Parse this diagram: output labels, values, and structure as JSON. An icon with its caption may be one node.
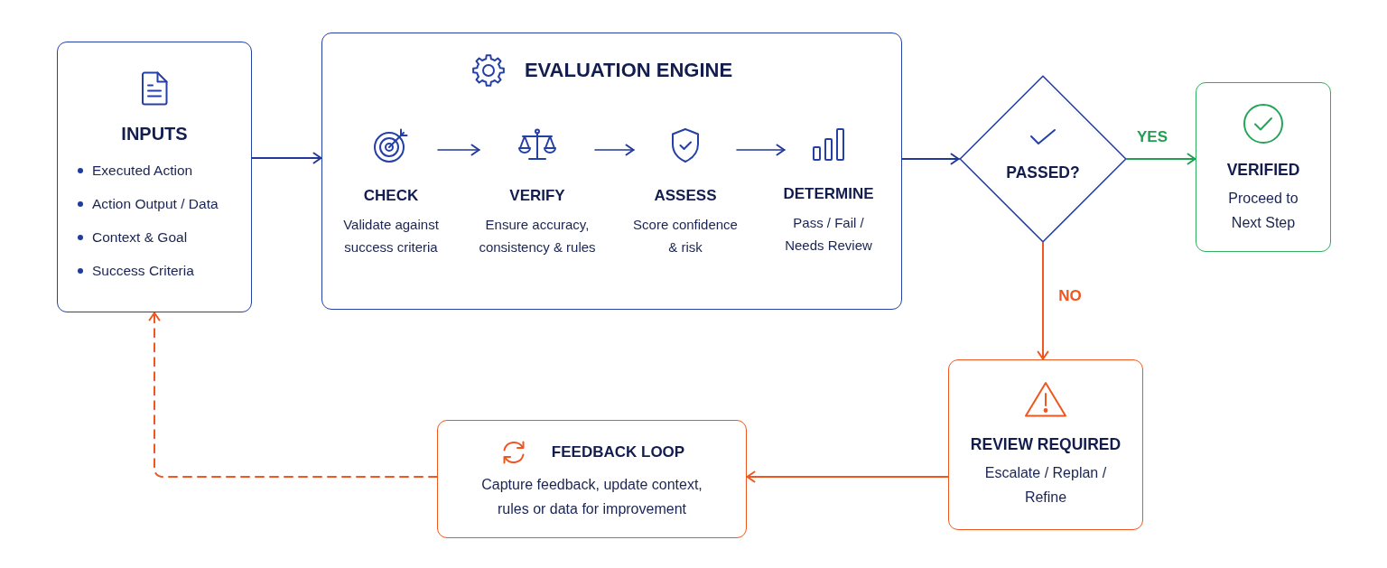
{
  "diagram": {
    "nodes": [
      {
        "text": [
          "INPUTS",
          "Executed Action",
          "Action Output / Data",
          "Context & Goal",
          "Success Criteria"
        ]
      },
      {
        "text": [
          "EVALUATION ENGINE"
        ]
      },
      {
        "text": [
          "CHECK",
          "Validate against success criteria"
        ],
        "in": 1
      },
      {
        "text": [
          "VERIFY",
          "Ensure accuracy, consistency & rules"
        ],
        "in": 1
      },
      {
        "text": [
          "ASSESS",
          "Score confidence & risk"
        ],
        "in": 1
      },
      {
        "text": [
          "DETERMINE",
          "Pass / Fail / Needs Review"
        ],
        "in": 1
      },
      {
        "text": [
          "PASSED?"
        ]
      },
      {
        "text": [
          "VERIFIED",
          "Proceed to Next Step"
        ]
      },
      {
        "text": [
          "REVIEW REQUIRED",
          "Escalate / Replan / Refine"
        ]
      },
      {
        "text": [
          "FEEDBACK LOOP",
          "Capture feedback, update context, rules or data for improvement"
        ]
      }
    ],
    "edges": [
      {
        "from": 0,
        "to": 1,
        "arrow": "to"
      },
      {
        "from": 2,
        "to": 3,
        "arrow": "to"
      },
      {
        "from": 3,
        "to": 4,
        "arrow": "to"
      },
      {
        "from": 4,
        "to": 5,
        "arrow": "to"
      },
      {
        "from": 1,
        "to": 6,
        "arrow": "to"
      },
      {
        "from": 6,
        "to": 7,
        "arrow": "to",
        "label": "YES",
        "color": "#22a052"
      },
      {
        "from": 6,
        "to": 8,
        "arrow": "to",
        "label": "NO",
        "color": "#f0561f"
      },
      {
        "from": 8,
        "to": 9,
        "arrow": "to",
        "color": "#f0561f"
      },
      {
        "from": 9,
        "to": 0,
        "arrow": "to",
        "style": "dashed",
        "color": "#f0561f"
      }
    ]
  }
}
